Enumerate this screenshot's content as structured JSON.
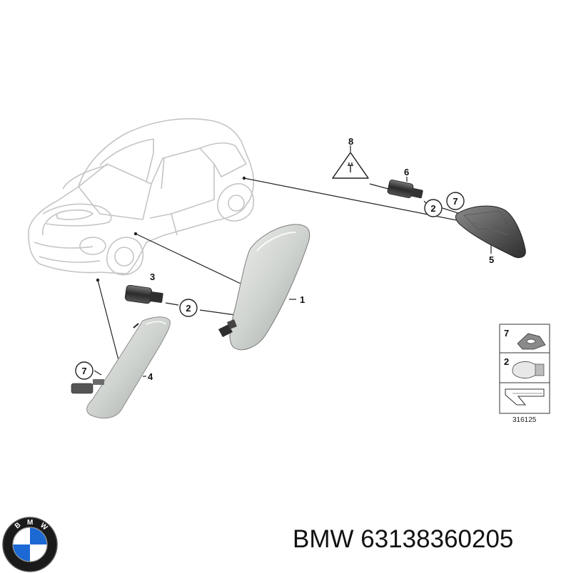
{
  "callouts": {
    "c1": "1",
    "c2a": "2",
    "c2b": "2",
    "c3": "3",
    "c4": "4",
    "c5": "5",
    "c6": "6",
    "c7a": "7",
    "c7b": "7",
    "c8": "8"
  },
  "legend": {
    "item_top": "7",
    "item_mid": "2",
    "code": "316125"
  },
  "footer": {
    "brand": "BMW",
    "part_number": "63138360205",
    "logo_letters": "BMW"
  },
  "colors": {
    "line": "#222222",
    "car_outline": "#c9c9c9",
    "part_fill": "#d8dcd8",
    "dark_part": "#3a3a3a",
    "bmw_blue": "#1c69d4"
  }
}
